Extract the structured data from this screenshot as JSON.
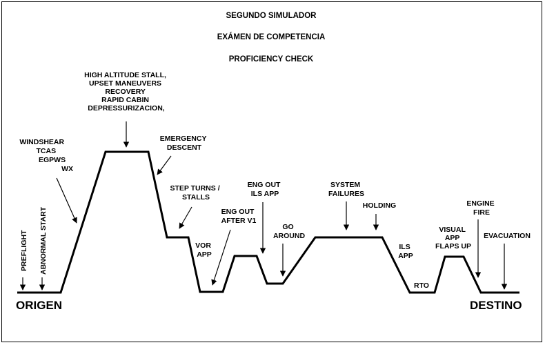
{
  "header": {
    "line1": "SEGUNDO SIMULADOR",
    "line2": "EXÁMEN DE COMPETENCIA",
    "line3": "PROFICIENCY CHECK"
  },
  "endpoints": {
    "origin": "ORIGEN",
    "destination": "DESTINO"
  },
  "labels": {
    "preflight": "PREFLIGHT",
    "abnormal_start": "ABNORMAL START",
    "windshear": [
      "WINDSHEAR",
      "TCAS",
      "EGPWS",
      "WX"
    ],
    "stall": [
      "HIGH ALTITUDE STALL,",
      "UPSET MANEUVERS",
      "RECOVERY",
      "RAPID CABIN",
      "DEPRESSURIZACION,"
    ],
    "emergency": [
      "EMERGENCY",
      "DESCENT"
    ],
    "steep": [
      "STEP TURNS /",
      "STALLS"
    ],
    "vor": [
      "VOR",
      "APP"
    ],
    "engout_v1": [
      "ENG OUT",
      "AFTER V1"
    ],
    "engout_ils": [
      "ENG OUT",
      "ILS APP"
    ],
    "goaround": [
      "GO",
      "AROUND"
    ],
    "system": [
      "SYSTEM",
      "FAILURES"
    ],
    "holding": "HOLDING",
    "ils": [
      "ILS",
      "APP"
    ],
    "rto": "RTO",
    "visual": [
      "VISUAL",
      "APP",
      "FLAPS UP"
    ],
    "engine_fire": [
      "ENGINE",
      "FIRE"
    ],
    "evacuation": "EVACUATION"
  }
}
